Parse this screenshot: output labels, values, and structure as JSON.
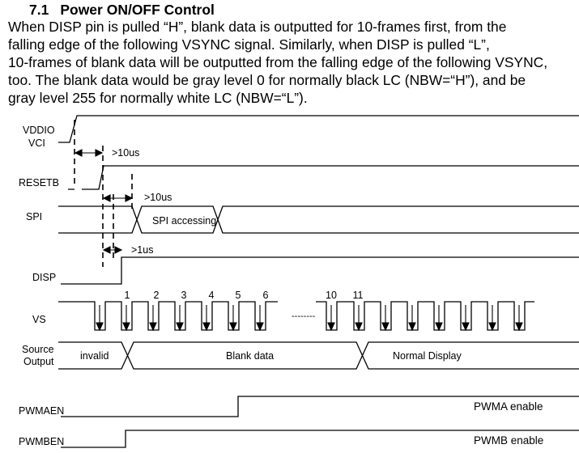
{
  "section": {
    "number": "7.1",
    "title": "Power ON/OFF Control"
  },
  "paragraph": [
    "When DISP pin is pulled “H”, blank data is outputted for 10-frames first, from the",
    "falling edge of the following VSYNC signal. Similarly, when DISP is pulled “L”,",
    "10-frames of blank data will be outputted from the falling edge of the following VSYNC,",
    "too. The blank data would be gray level 0 for normally black LC (NBW=“H”), and be",
    "gray level 255 for normally white LC (NBW=“L”)."
  ],
  "signals": {
    "vddio": "VDDIO",
    "vci": "VCI",
    "resetb": "RESETB",
    "spi": "SPI",
    "disp": "DISP",
    "vs": "VS",
    "source_line1": "Source",
    "source_line2": "Output",
    "pwmaen": "PWMAEN",
    "pwmben": "PWMBEN"
  },
  "timing_labels": {
    "reset_delay": ">10us",
    "spi_delay": ">10us",
    "disp_delay": ">1us",
    "spi_accessing": "SPI accessing"
  },
  "frame_numbers": [
    "1",
    "2",
    "3",
    "4",
    "5",
    "6",
    "10",
    "11"
  ],
  "frame_gap": "--------",
  "source_states": [
    "invalid",
    "Blank data",
    "Normal Display"
  ],
  "pwm": {
    "a_enable": "PWMA enable",
    "b_enable": "PWMB enable"
  }
}
